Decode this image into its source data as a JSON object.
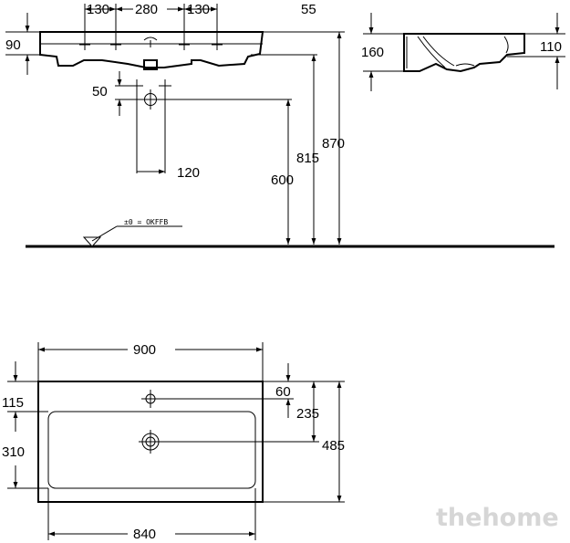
{
  "front_view": {
    "dim_hole_left": "130",
    "dim_hole_center": "280",
    "dim_hole_right": "130",
    "dim_basin_height": "90",
    "dim_rim_depth": "55",
    "dim_tap_spacing": "50",
    "dim_drain_offset": "120",
    "dim_height_600": "600",
    "dim_height_815": "815",
    "dim_height_870": "870",
    "floor_note": "±0 = OKFFB"
  },
  "side_view": {
    "dim_overall_height": "160",
    "dim_bowl_height": "110"
  },
  "top_view": {
    "dim_overall_width": "900",
    "dim_bowl_width": "840",
    "dim_back_rim": "115",
    "dim_bowl_depth": "310",
    "dim_tap_hole": "60",
    "dim_drain_depth": "235",
    "dim_overall_depth": "485"
  },
  "watermark": "thehome"
}
